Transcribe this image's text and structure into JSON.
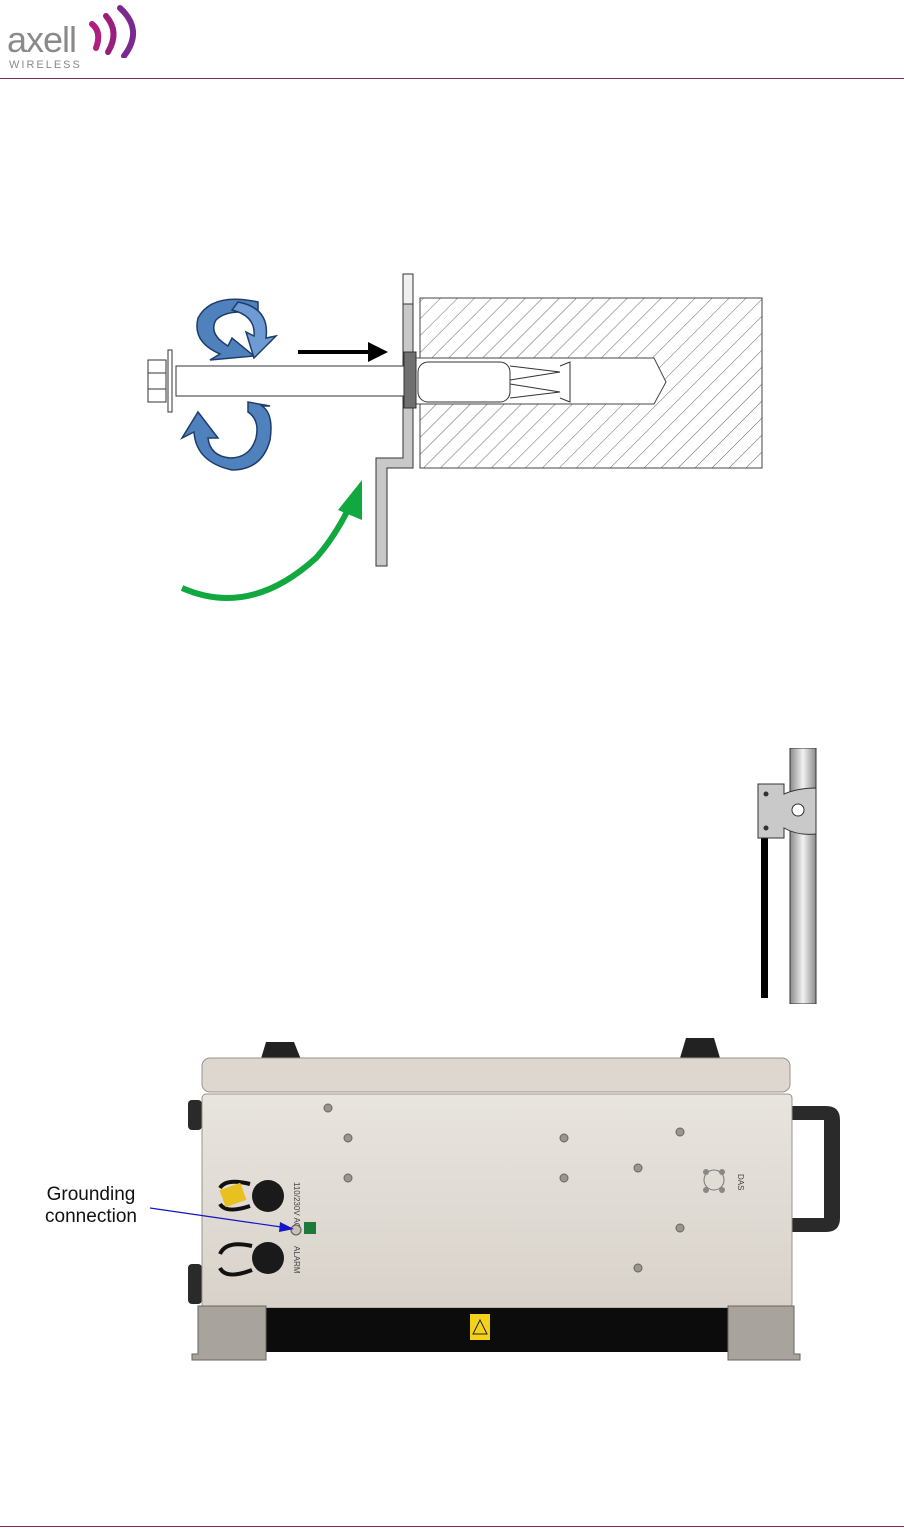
{
  "header": {
    "logo_word": "axell",
    "logo_sub": "WIRELESS",
    "brand_color": "#8b1f6e"
  },
  "figure_anchor": {
    "description_icons": [
      "rotate-arrow-icon",
      "push-arrow-icon",
      "insert-arrow-icon"
    ],
    "arrow_colors": {
      "rotate": "#4f81bd",
      "push": "#000000",
      "insert": "#11a83f"
    }
  },
  "figure_unit": {
    "callout_line1": "Grounding",
    "callout_line2": "connection",
    "label_power": "110/230V AC",
    "label_alarm": "ALARM",
    "label_dev": "DAS"
  }
}
